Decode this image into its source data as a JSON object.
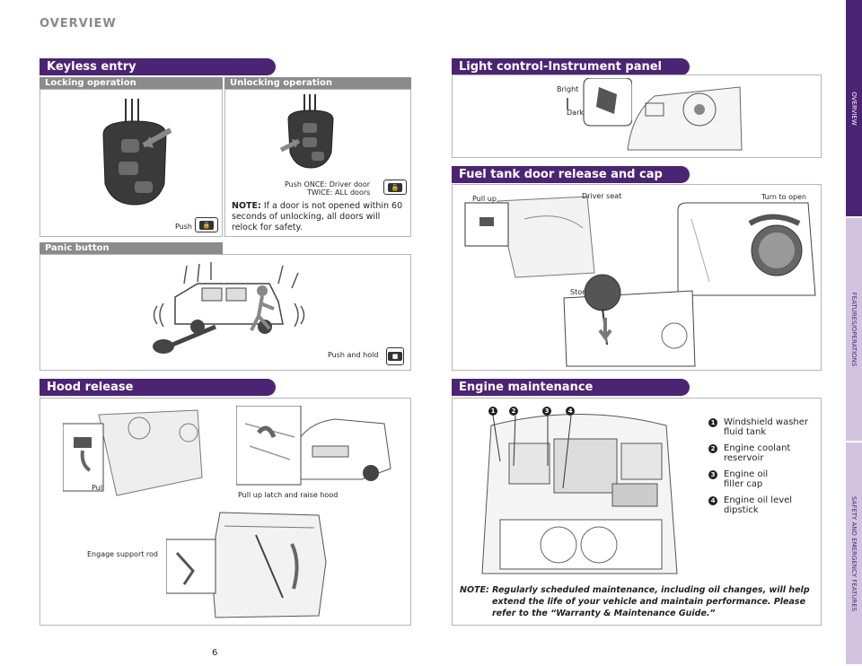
{
  "page": {
    "title": "OVERVIEW",
    "page_number": "6"
  },
  "side_tabs": [
    "OVERVIEW",
    "FEATURES/OPERATIONS",
    "SAFETY AND EMERGENCY FEATURES"
  ],
  "keyless": {
    "title": "Keyless entry",
    "locking": {
      "title": "Locking operation",
      "push_label": "Push"
    },
    "unlocking": {
      "title": "Unlocking operation",
      "push_once": "Push ONCE: Driver door",
      "push_twice": "TWICE: ALL doors",
      "note_label": "NOTE:",
      "note_text": " If a door is not opened within 60 seconds of unlocking, all doors will relock for safety."
    },
    "panic": {
      "title": "Panic button",
      "push_hold": "Push and hold"
    }
  },
  "hood": {
    "title": "Hood release",
    "pull": "Pull",
    "latch": "Pull up latch and raise hood",
    "rod": "Engage support rod"
  },
  "light": {
    "title": "Light control-Instrument panel",
    "bright": "Bright",
    "dark": "Dark"
  },
  "fuel": {
    "title": "Fuel tank door release and cap",
    "pull_up": "Pull up",
    "driver_seat": "Driver seat",
    "turn_open": "Turn to open",
    "store": "Store"
  },
  "engine": {
    "title": "Engine maintenance",
    "items": [
      {
        "n": "1",
        "line1": "Windshield washer",
        "line2": "fluid tank"
      },
      {
        "n": "2",
        "line1": "Engine coolant",
        "line2": "reservoir"
      },
      {
        "n": "3",
        "line1": "Engine oil",
        "line2": "filler cap"
      },
      {
        "n": "4",
        "line1": "Engine oil level",
        "line2": "dipstick"
      }
    ],
    "note_label": "NOTE:",
    "note_line1": "Regularly scheduled maintenance, including oil changes, will help",
    "note_line2": "extend the life of your vehicle and maintain performance. Please",
    "note_line3": "refer to the “Warranty & Maintenance Guide.”"
  },
  "colors": {
    "banner": "#4b2474",
    "subbar": "#8b8b8b",
    "sidebar": "#e0d6ea"
  },
  "icons": [
    "lock-button-icon",
    "key-fob-icon",
    "car-alarm-icon",
    "hood-lever-icon",
    "light-dial-icon",
    "fuel-cap-icon",
    "engine-bay-icon"
  ]
}
